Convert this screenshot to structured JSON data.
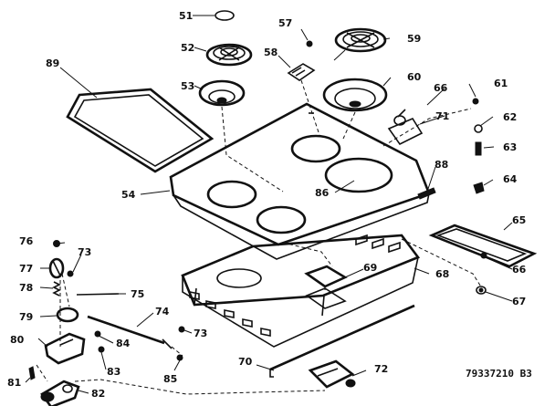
{
  "diagram": {
    "part_labels": [
      {
        "id": "51",
        "text": "51"
      },
      {
        "id": "52",
        "text": "52"
      },
      {
        "id": "53",
        "text": "53"
      },
      {
        "id": "54",
        "text": "54"
      },
      {
        "id": "57",
        "text": "57"
      },
      {
        "id": "58",
        "text": "58"
      },
      {
        "id": "59",
        "text": "59"
      },
      {
        "id": "60",
        "text": "60"
      },
      {
        "id": "61",
        "text": "61"
      },
      {
        "id": "62",
        "text": "62"
      },
      {
        "id": "63",
        "text": "63"
      },
      {
        "id": "64",
        "text": "64"
      },
      {
        "id": "65",
        "text": "65"
      },
      {
        "id": "66a",
        "text": "66"
      },
      {
        "id": "66b",
        "text": "66"
      },
      {
        "id": "67",
        "text": "67"
      },
      {
        "id": "68",
        "text": "68"
      },
      {
        "id": "69",
        "text": "69"
      },
      {
        "id": "70",
        "text": "70"
      },
      {
        "id": "71",
        "text": "71"
      },
      {
        "id": "72",
        "text": "72"
      },
      {
        "id": "73a",
        "text": "73"
      },
      {
        "id": "73b",
        "text": "73"
      },
      {
        "id": "74",
        "text": "74"
      },
      {
        "id": "75",
        "text": "75"
      },
      {
        "id": "76",
        "text": "76"
      },
      {
        "id": "77",
        "text": "77"
      },
      {
        "id": "78",
        "text": "78"
      },
      {
        "id": "79",
        "text": "79"
      },
      {
        "id": "80",
        "text": "80"
      },
      {
        "id": "81",
        "text": "81"
      },
      {
        "id": "82",
        "text": "82"
      },
      {
        "id": "83",
        "text": "83"
      },
      {
        "id": "84",
        "text": "84"
      },
      {
        "id": "85",
        "text": "85"
      },
      {
        "id": "86",
        "text": "86"
      },
      {
        "id": "88",
        "text": "88"
      },
      {
        "id": "89",
        "text": "89"
      }
    ],
    "drawing_code": "79337210 B3"
  }
}
